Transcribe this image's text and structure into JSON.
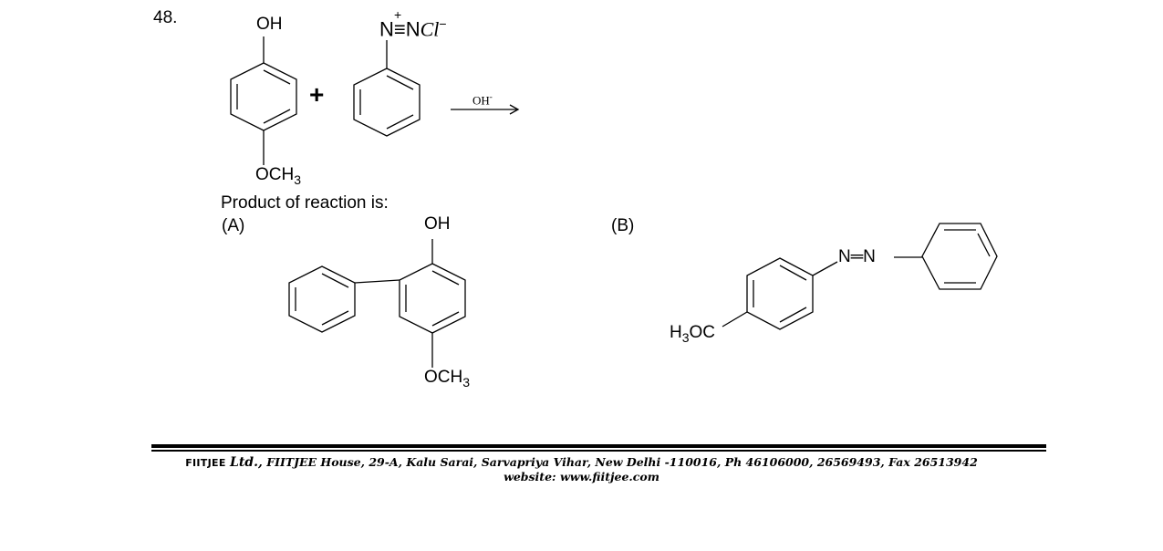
{
  "question": {
    "number": "48.",
    "reactant1": {
      "top_group": "OH",
      "bottom_group_main": "OCH",
      "bottom_group_sub": "3"
    },
    "plus": "+",
    "reactant2": {
      "charge": "+",
      "salt_main": "N",
      "salt_triple": "≡",
      "salt_n2": "N",
      "salt_cl": "Cl",
      "salt_minus": "−"
    },
    "reagent": {
      "text": "OH",
      "charge": "-"
    },
    "prompt": "Product of reaction is:"
  },
  "options": {
    "A": {
      "label": "(A)",
      "top_group": "OH",
      "bottom_group_main": "OCH",
      "bottom_group_sub": "3"
    },
    "B": {
      "label": "(B)",
      "azo": "N═N",
      "methoxy_h": "H",
      "methoxy_sub": "3",
      "methoxy_rest": "OC"
    }
  },
  "footer": {
    "brand": "FIITJEE",
    "ltd": "Ltd.,",
    "address": "FIITJEE House, 29-A, Kalu  Sarai, Sarvapriya Vihar, New Delhi -110016, Ph 46106000, 26569493, Fax 26513942",
    "website": "website: www.fiitjee.com"
  }
}
